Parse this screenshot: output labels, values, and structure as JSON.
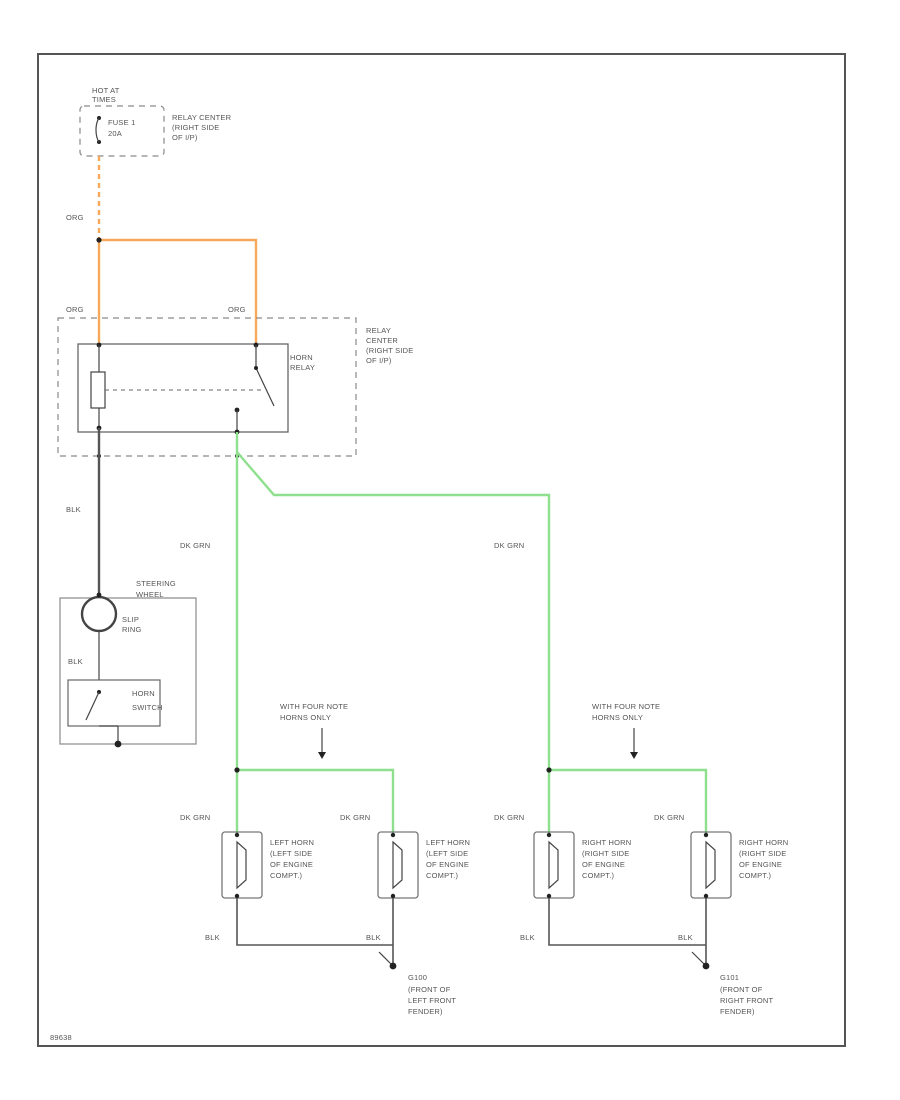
{
  "colors": {
    "orange_wire": "#F7A85A",
    "green_wire": "#8EE08E",
    "black_wire": "#555555",
    "frame": "#555555",
    "label": "#555555"
  },
  "fuse_block": {
    "hot_line1": "HOT AT",
    "hot_line2": "TIMES",
    "fuse_line1": "FUSE 1",
    "fuse_line2": "20A",
    "loc_line1": "RELAY CENTER",
    "loc_line2": "(RIGHT SIDE",
    "loc_line3": "OF I/P)"
  },
  "wire_labels": {
    "org_top": "ORG",
    "org_left": "ORG",
    "org_right": "ORG",
    "blk_column": "BLK",
    "blk_switch": "BLK",
    "dk_grn_left": "DK GRN",
    "dk_grn_right": "DK GRN",
    "dk_grn_h1": "DK GRN",
    "dk_grn_h2": "DK GRN",
    "dk_grn_h3": "DK GRN",
    "dk_grn_h4": "DK GRN",
    "blk_g1a": "BLK",
    "blk_g1b": "BLK",
    "blk_g2a": "BLK",
    "blk_g2b": "BLK"
  },
  "relay_center": {
    "line1": "RELAY",
    "line2": "CENTER",
    "line3": "(RIGHT SIDE",
    "line4": "OF I/P)"
  },
  "horn_relay": {
    "line1": "HORN",
    "line2": "RELAY"
  },
  "steering": {
    "line1": "STEERING",
    "line2": "WHEEL",
    "slip_line1": "SLIP",
    "slip_line2": "RING",
    "switch_line1": "HORN",
    "switch_line2": "SWITCH"
  },
  "notes": {
    "left_line1": "WITH FOUR NOTE",
    "left_line2": "HORNS ONLY",
    "right_line1": "WITH FOUR NOTE",
    "right_line2": "HORNS ONLY"
  },
  "horns": [
    {
      "line1": "LEFT HORN",
      "line2": "(LEFT SIDE",
      "line3": "OF ENGINE",
      "line4": "COMPT.)"
    },
    {
      "line1": "LEFT HORN",
      "line2": "(LEFT SIDE",
      "line3": "OF ENGINE",
      "line4": "COMPT.)"
    },
    {
      "line1": "RIGHT HORN",
      "line2": "(RIGHT SIDE",
      "line3": "OF ENGINE",
      "line4": "COMPT.)"
    },
    {
      "line1": "RIGHT HORN",
      "line2": "(RIGHT SIDE",
      "line3": "OF ENGINE",
      "line4": "COMPT.)"
    }
  ],
  "grounds": [
    {
      "id": "G100",
      "line1": "(FRONT OF",
      "line2": "LEFT FRONT",
      "line3": "FENDER)"
    },
    {
      "id": "G101",
      "line1": "(FRONT OF",
      "line2": "RIGHT FRONT",
      "line3": "FENDER)"
    }
  ],
  "figure_id": "89638"
}
